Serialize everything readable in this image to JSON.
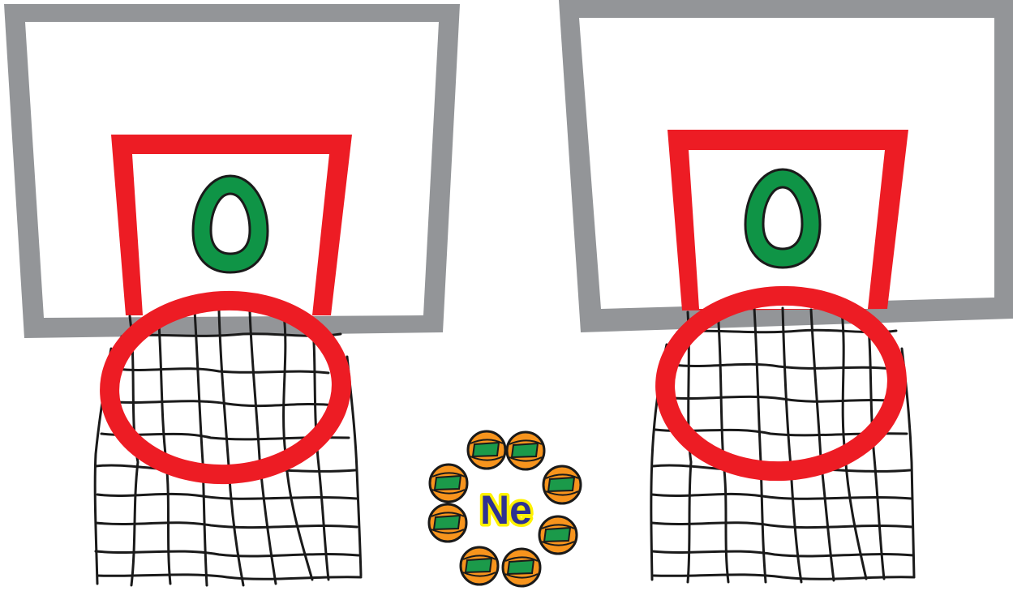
{
  "game": {
    "left_basket": {
      "score": "0"
    },
    "right_basket": {
      "score": "0"
    },
    "atom_ball": {
      "symbol": "Ne",
      "electron_count": 8
    }
  },
  "colors": {
    "backboard": "#939598",
    "target_square": "#ed1c24",
    "rim": "#ed1c24",
    "score_fill": "#0f9446",
    "score_stroke": "#1a1a1a",
    "net": "#1a1a1a",
    "ball_orange": "#f7941d",
    "ball_card": "#1b9a4a",
    "symbol_fill": "#2e3192",
    "symbol_outline": "#fff200"
  },
  "icons": {
    "electron": "basketball-electron-icon",
    "net": "hoop-net"
  }
}
